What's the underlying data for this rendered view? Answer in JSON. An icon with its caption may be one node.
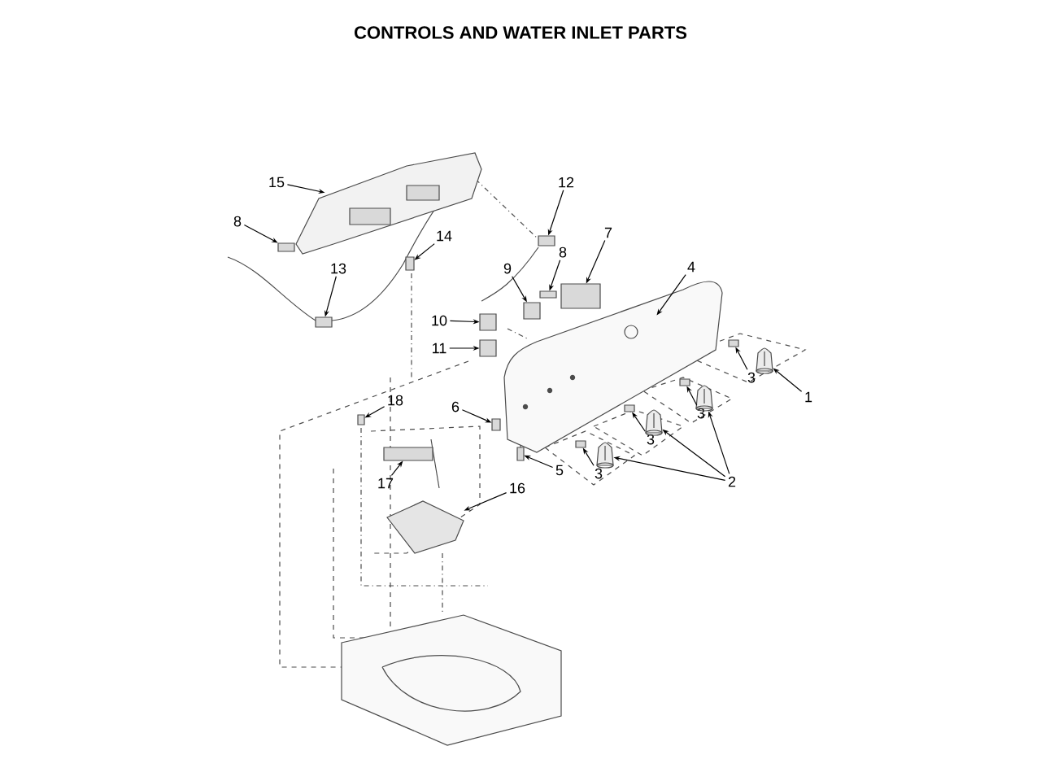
{
  "diagram": {
    "title": "CONTROLS AND WATER INLET PARTS",
    "nodes": [
      {
        "text": [
          "15"
        ]
      },
      {
        "text": [
          "8"
        ]
      },
      {
        "text": [
          "13"
        ]
      },
      {
        "text": [
          "14"
        ]
      },
      {
        "text": [
          "12"
        ]
      },
      {
        "text": [
          "9"
        ]
      },
      {
        "text": [
          "8"
        ]
      },
      {
        "text": [
          "7"
        ]
      },
      {
        "text": [
          "4"
        ]
      },
      {
        "text": [
          "10"
        ]
      },
      {
        "text": [
          "11"
        ]
      },
      {
        "text": [
          "6"
        ]
      },
      {
        "text": [
          "18"
        ]
      },
      {
        "text": [
          "3"
        ]
      },
      {
        "text": [
          "1"
        ]
      },
      {
        "text": [
          "3"
        ]
      },
      {
        "text": [
          "3"
        ]
      },
      {
        "text": [
          "5"
        ]
      },
      {
        "text": [
          "3"
        ]
      },
      {
        "text": [
          "2"
        ]
      },
      {
        "text": [
          "17"
        ]
      },
      {
        "text": [
          "16"
        ]
      },
      {
        "text": [],
        "shape": "picture"
      },
      {
        "text": [],
        "shape": "box"
      },
      {
        "text": [],
        "shape": "box"
      },
      {
        "text": [],
        "shape": "box"
      },
      {
        "text": [],
        "shape": "box"
      },
      {
        "text": [],
        "shape": "box"
      },
      {
        "text": [],
        "shape": "box"
      },
      {
        "text": [],
        "shape": "box"
      },
      {
        "text": [],
        "shape": "picture"
      },
      {
        "text": [],
        "shape": "box"
      },
      {
        "text": [],
        "shape": "box"
      },
      {
        "text": [],
        "shape": "box"
      },
      {
        "text": [],
        "shape": "box"
      },
      {
        "text": [],
        "shape": "picture"
      },
      {
        "text": [],
        "shape": "picture"
      },
      {
        "text": [],
        "shape": "picture"
      },
      {
        "text": [],
        "shape": "box"
      },
      {
        "text": [],
        "shape": "picture"
      },
      {
        "text": [],
        "shape": "box"
      },
      {
        "text": [],
        "shape": "picture"
      },
      {
        "text": [],
        "shape": "box"
      },
      {
        "text": [],
        "shape": "box"
      },
      {
        "text": [],
        "shape": "box"
      },
      {
        "text": [],
        "shape": "box"
      }
    ],
    "edges": [
      {
        "from": 0,
        "to": 22,
        "arrow": "to"
      },
      {
        "from": 1,
        "to": 23,
        "arrow": "to"
      },
      {
        "from": 2,
        "to": 24,
        "arrow": "to"
      },
      {
        "from": 3,
        "to": 25,
        "arrow": "to"
      },
      {
        "from": 4,
        "to": 26,
        "arrow": "to"
      },
      {
        "from": 5,
        "to": 27,
        "arrow": "to"
      },
      {
        "from": 6,
        "to": 28,
        "arrow": "to"
      },
      {
        "from": 7,
        "to": 29,
        "arrow": "to"
      },
      {
        "from": 8,
        "to": 30,
        "arrow": "to"
      },
      {
        "from": 9,
        "to": 31,
        "arrow": "to"
      },
      {
        "from": 10,
        "to": 32,
        "arrow": "to"
      },
      {
        "from": 11,
        "to": 33,
        "arrow": "to"
      },
      {
        "from": 12,
        "to": 34,
        "arrow": "to"
      },
      {
        "from": 13,
        "to": 42,
        "arrow": "to"
      },
      {
        "from": 14,
        "to": 35,
        "arrow": "to"
      },
      {
        "from": 15,
        "to": 43,
        "arrow": "to"
      },
      {
        "from": 16,
        "to": 44,
        "arrow": "to"
      },
      {
        "from": 17,
        "to": 38,
        "arrow": "to"
      },
      {
        "from": 18,
        "to": 45,
        "arrow": "to"
      },
      {
        "from": 19,
        "to": 36,
        "arrow": "to"
      },
      {
        "from": 19,
        "to": 37,
        "arrow": "to"
      },
      {
        "from": 19,
        "to": 39,
        "arrow": "to"
      },
      {
        "from": 20,
        "to": 40,
        "arrow": "to"
      },
      {
        "from": 21,
        "to": 41,
        "arrow": "to"
      }
    ]
  }
}
